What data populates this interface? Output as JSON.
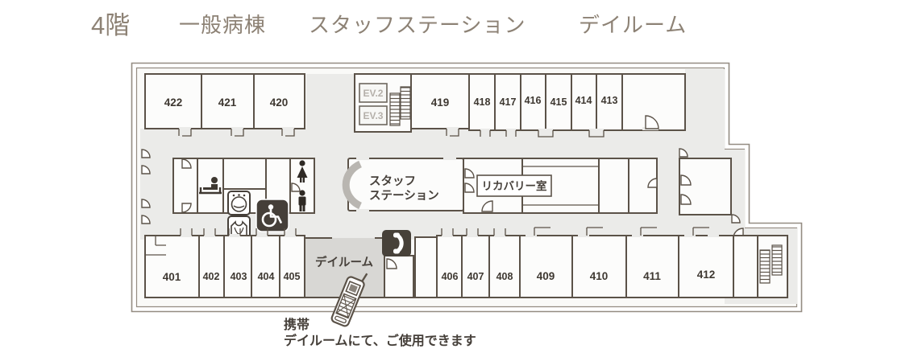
{
  "title": {
    "floor_label": "4階",
    "area_labels": [
      "一般病棟",
      "スタッフステーション",
      "デイルーム"
    ]
  },
  "plan": {
    "top_rooms": [
      "422",
      "421",
      "420",
      "419",
      "418",
      "417",
      "416",
      "415",
      "414",
      "413"
    ],
    "bottom_left_rooms": [
      "401",
      "402",
      "403",
      "404",
      "405"
    ],
    "bottom_right_rooms": [
      "406",
      "407",
      "408",
      "409",
      "410",
      "411",
      "412"
    ],
    "elevators": [
      "EV.2",
      "EV.3"
    ],
    "staff_station_lines": [
      "スタッフ",
      "ステーション"
    ],
    "recovery_room_label": "リカバリー室",
    "day_room_label": "デイルーム"
  },
  "caption": {
    "line1": "携帯",
    "line2": "デイルームにて、ご使用できます"
  },
  "icons": {
    "legend": [
      "stairs-icon",
      "elevator",
      "wheelchair-accessible-toilet-icon",
      "public-phone-icon",
      "mobile-phone-icon",
      "female-toilet-icon",
      "male-toilet-icon",
      "washing-machine-icon",
      "bath-gown-icon",
      "bathing-person-icon"
    ]
  },
  "colors": {
    "title_text": "#8d8275",
    "wall": "#5b5248",
    "building_outline": "#948c82",
    "corridor": "#ebebe9",
    "day_room_fill": "#d8d7d4",
    "icon_dark": "#453f39",
    "label_text": "#46403a"
  }
}
